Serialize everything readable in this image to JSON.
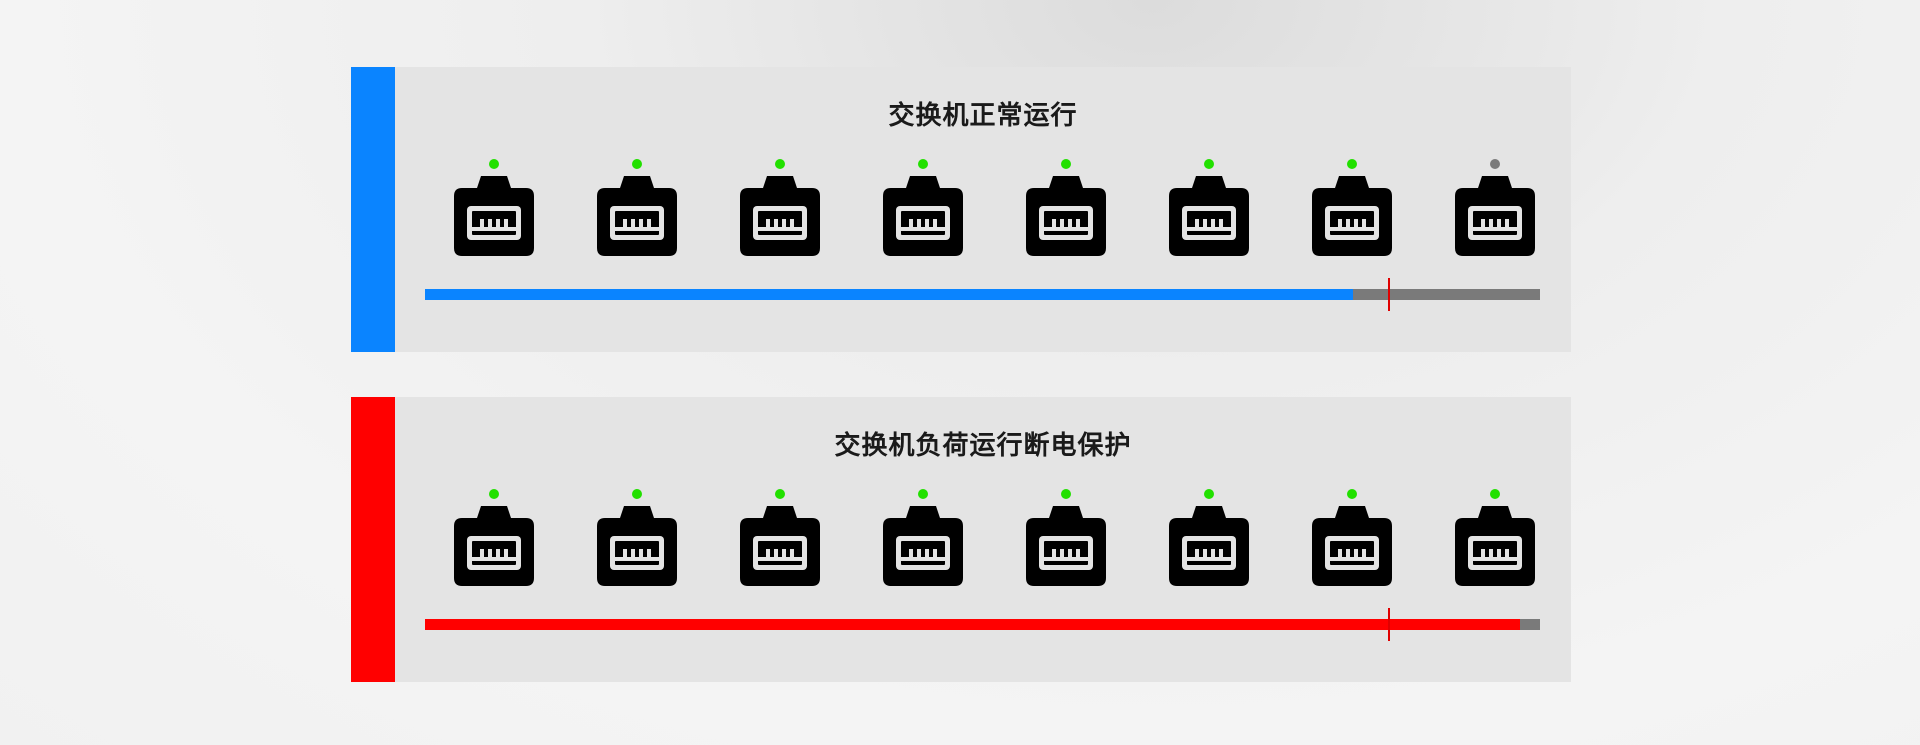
{
  "colors": {
    "normal_accent": "#0a84ff",
    "protect_accent": "#ff0000",
    "led_on": "#22e000",
    "led_off": "#7a7a7a",
    "track": "#7a7a7a",
    "marker": "#e00000",
    "port_body": "#000000"
  },
  "panels": [
    {
      "title": "交换机正常运行",
      "accent": "#0a84ff",
      "ports": [
        {
          "icon": "ethernet-port-icon",
          "status": "on"
        },
        {
          "icon": "ethernet-port-icon",
          "status": "on"
        },
        {
          "icon": "ethernet-port-icon",
          "status": "on"
        },
        {
          "icon": "ethernet-port-icon",
          "status": "on"
        },
        {
          "icon": "ethernet-port-icon",
          "status": "on"
        },
        {
          "icon": "ethernet-port-icon",
          "status": "on"
        },
        {
          "icon": "ethernet-port-icon",
          "status": "on"
        },
        {
          "icon": "ethernet-port-icon",
          "status": "off"
        }
      ],
      "load_fraction": 0.832,
      "threshold_fraction": 0.865
    },
    {
      "title": "交换机负荷运行断电保护",
      "accent": "#ff0000",
      "ports": [
        {
          "icon": "ethernet-port-icon",
          "status": "on"
        },
        {
          "icon": "ethernet-port-icon",
          "status": "on"
        },
        {
          "icon": "ethernet-port-icon",
          "status": "on"
        },
        {
          "icon": "ethernet-port-icon",
          "status": "on"
        },
        {
          "icon": "ethernet-port-icon",
          "status": "on"
        },
        {
          "icon": "ethernet-port-icon",
          "status": "on"
        },
        {
          "icon": "ethernet-port-icon",
          "status": "on"
        },
        {
          "icon": "ethernet-port-icon",
          "status": "on"
        }
      ],
      "load_fraction": 0.982,
      "threshold_fraction": 0.865
    }
  ]
}
